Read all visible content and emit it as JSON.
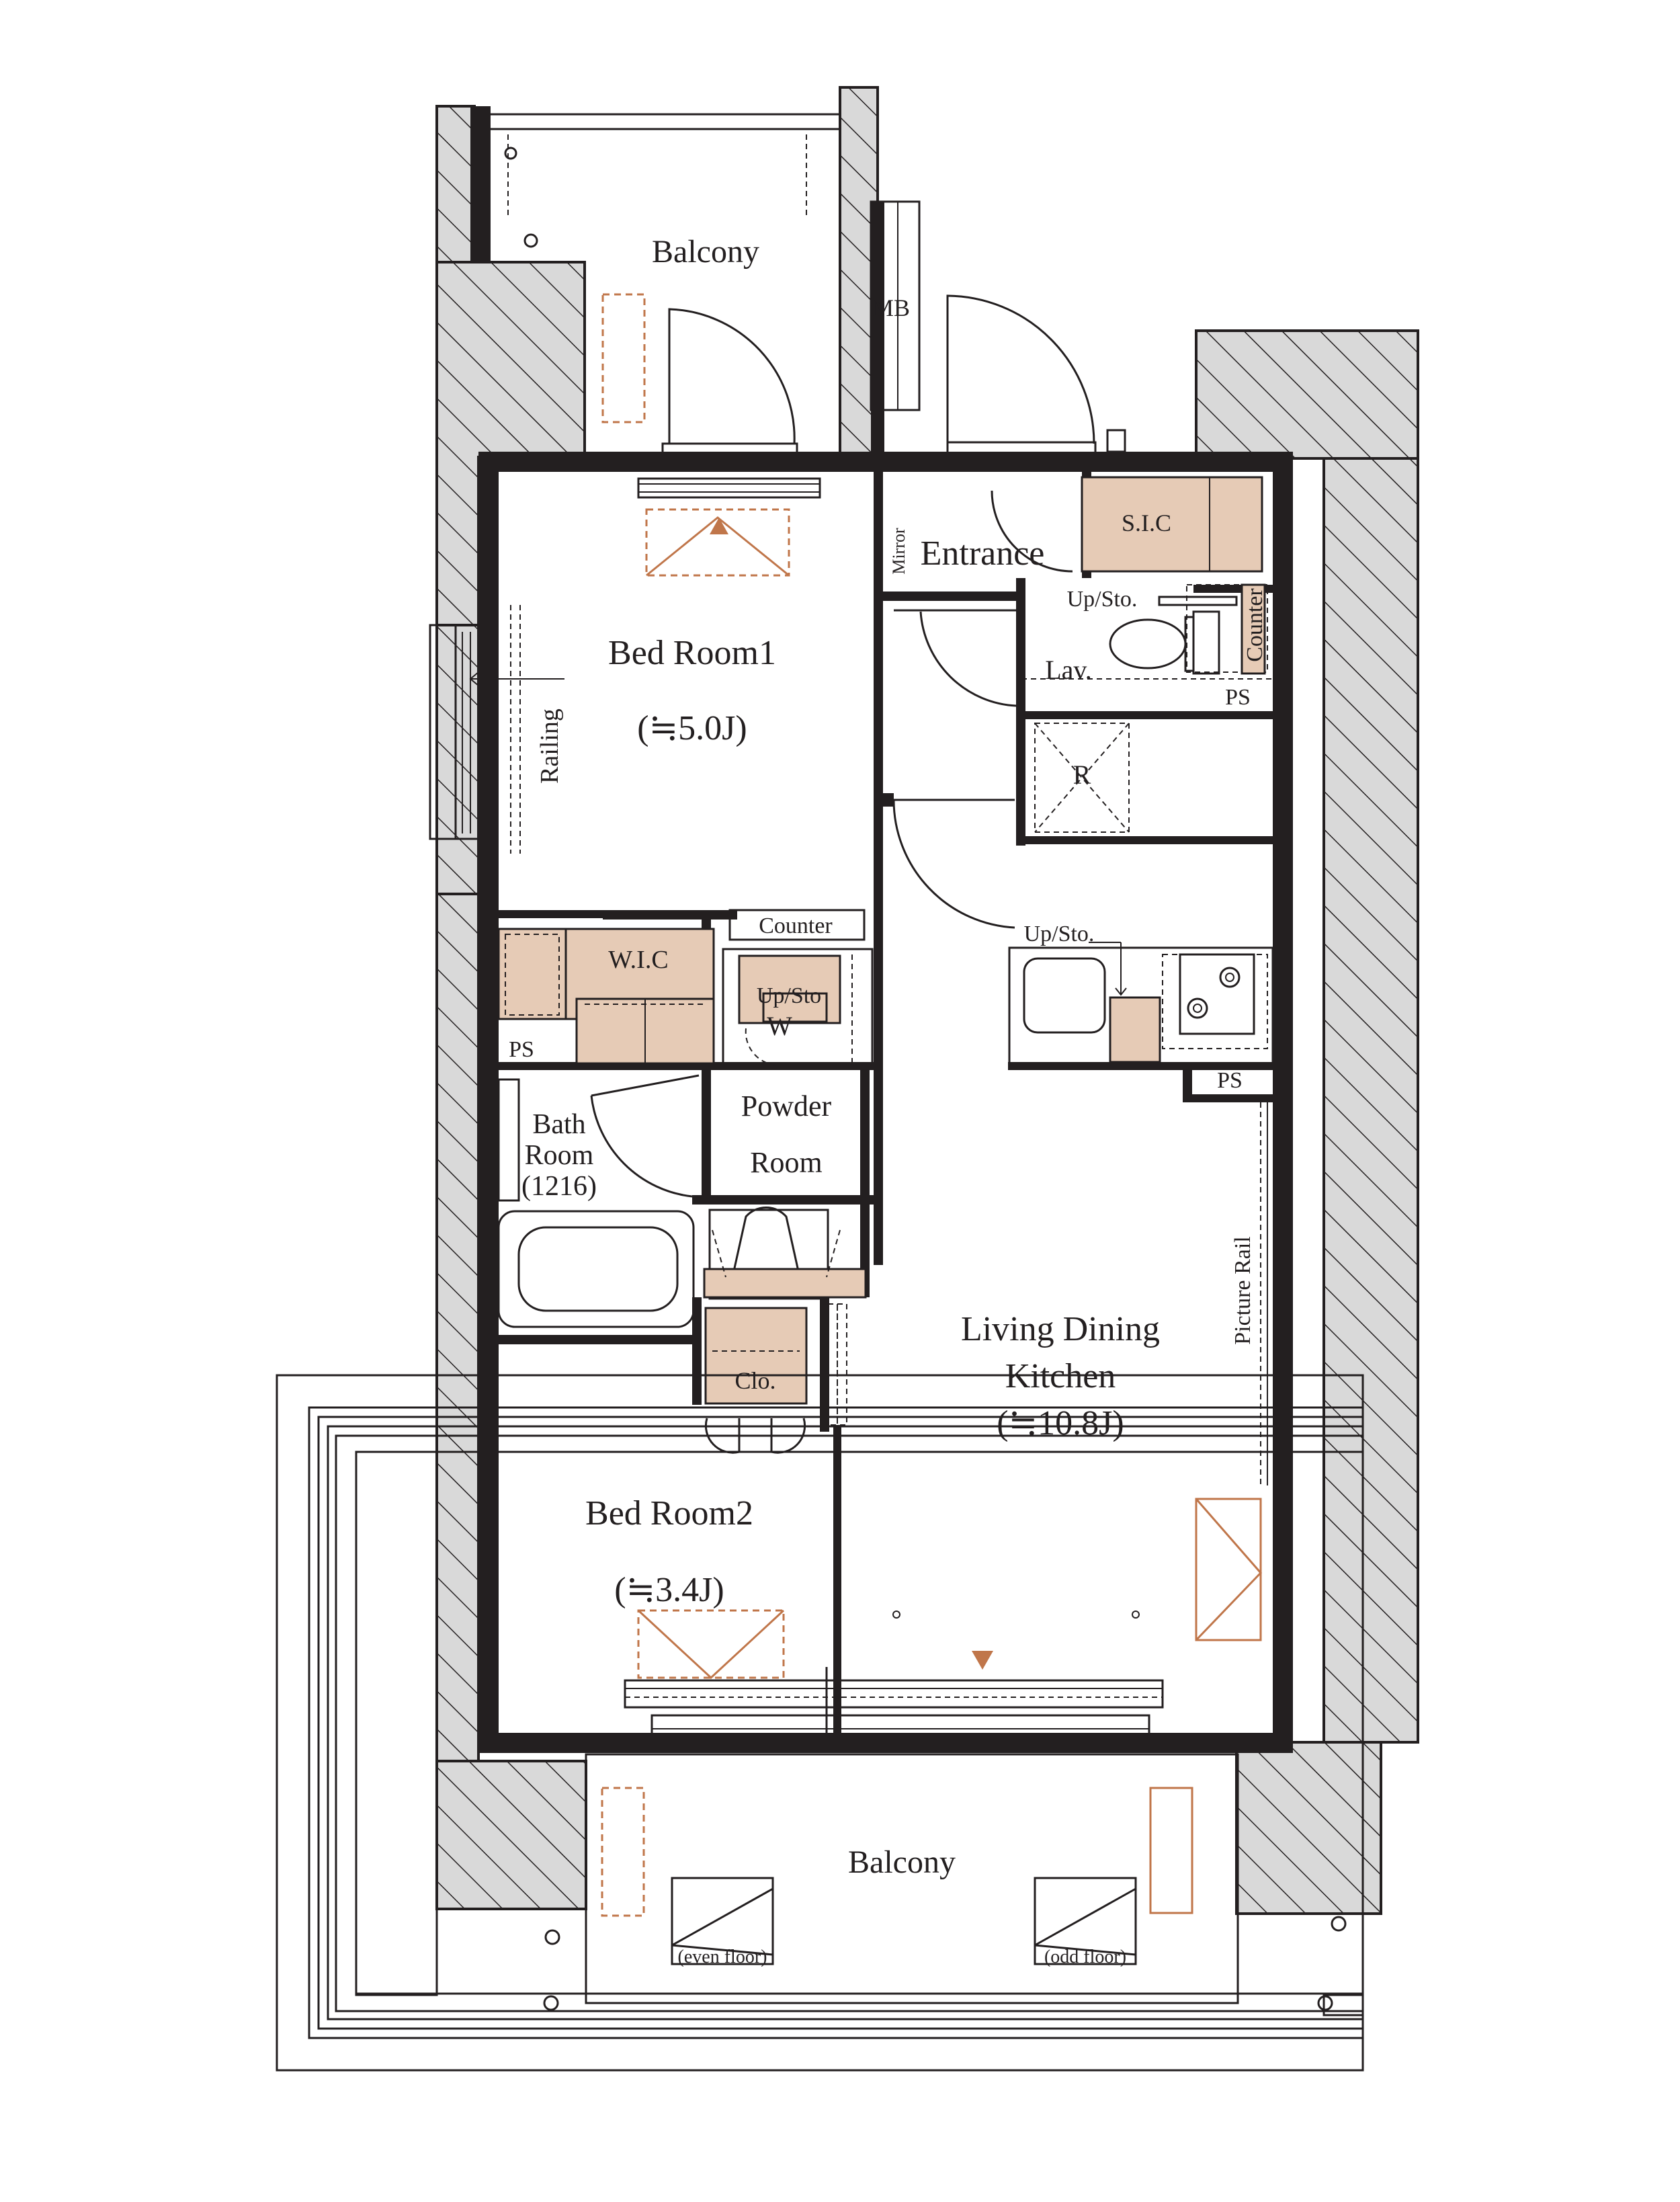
{
  "rooms": {
    "balcony_top": "Balcony",
    "mb": "MB",
    "entrance": "Entrance",
    "mirror": "Mirror",
    "sic": "S.I.C",
    "bedroom1_name": "Bed Room1",
    "bedroom1_size": "(≒5.0J)",
    "railing": "Railing",
    "upsto_entrance": "Up/Sto.",
    "counter_lav": "Counter",
    "lav": "Lav.",
    "ps_lav": "PS",
    "r": "R",
    "counter_bed": "Counter",
    "wic": "W.I.C",
    "ps_wic": "PS",
    "upsto_powder": "Up/Sto",
    "w": "W",
    "upsto_kitchen": "Up/Sto.",
    "ps_kitchen": "PS",
    "powder_line1": "Powder",
    "powder_line2": "Room",
    "bath_line1": "Bath",
    "bath_line2": "Room",
    "bath_line3": "(1216)",
    "picture_rail": "Picture Rail",
    "ldk_line1": "Living Dining",
    "ldk_line2": "Kitchen",
    "ldk_size": "(≒10.8J)",
    "clo": "Clo.",
    "bedroom2_name": "Bed Room2",
    "bedroom2_size": "(≒3.4J)",
    "balcony_bottom": "Balcony",
    "even_floor": "(even floor)",
    "odd_floor": "(odd floor)"
  },
  "colors": {
    "wall": "#231f20",
    "storage_fill": "#e6cbb6",
    "accent_orange": "#c0764a",
    "hatch_fill": "#d9d9d9"
  }
}
